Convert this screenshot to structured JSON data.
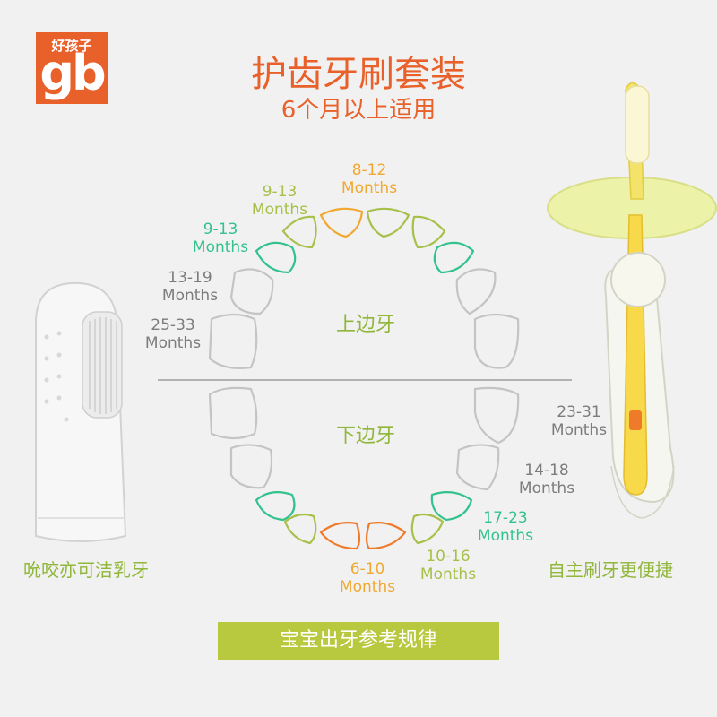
{
  "brand": {
    "name_cn": "好孩子",
    "logo_text": "gb"
  },
  "title": "护齿牙刷套装",
  "subtitle": "6个月以上适用",
  "upper_jaw_label": "上边牙",
  "lower_jaw_label": "下边牙",
  "left_caption": "吮咬亦可洁乳牙",
  "right_caption": "自主刷牙更便捷",
  "bottom_banner": "宝宝出牙参考规律",
  "teeth_labels": [
    {
      "range": "8-12",
      "unit": "Months"
    },
    {
      "range": "9-13",
      "unit": "Months"
    },
    {
      "range": "9-13",
      "unit": "Months"
    },
    {
      "range": "13-19",
      "unit": "Months"
    },
    {
      "range": "25-33",
      "unit": "Months"
    },
    {
      "range": "23-31",
      "unit": "Months"
    },
    {
      "range": "14-18",
      "unit": "Months"
    },
    {
      "range": "17-23",
      "unit": "Months"
    },
    {
      "range": "10-16",
      "unit": "Months"
    },
    {
      "range": "6-10",
      "unit": "Months"
    }
  ],
  "colors": {
    "brand": "#e9612a",
    "orange": "#ef7a2a",
    "amber": "#f0a830",
    "olive": "#a6c04a",
    "green": "#33c28e",
    "gray": "#9a9a9a",
    "banner": "#b8c940"
  }
}
